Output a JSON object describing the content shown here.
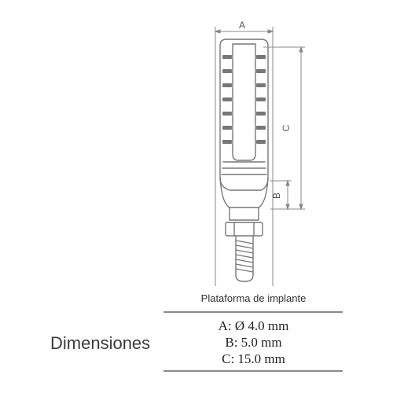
{
  "diagram": {
    "labels": {
      "a": "A",
      "b": "B",
      "c": "C"
    }
  },
  "specs": {
    "header": "Plataforma de implante",
    "title": "Dimensiones",
    "rows": [
      "A: Ø 4.0 mm",
      "B: 5.0 mm",
      "C: 15.0 mm"
    ]
  }
}
